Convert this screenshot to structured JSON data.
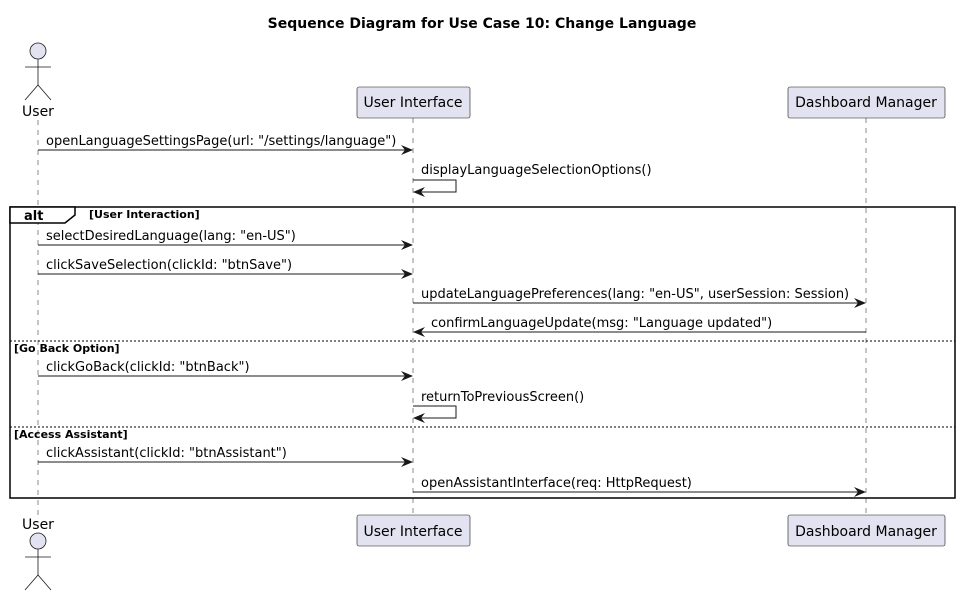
{
  "title": "Sequence Diagram for Use Case 10: Change Language",
  "participants": {
    "user": "User",
    "ui": "User Interface",
    "dashboard": "Dashboard Manager"
  },
  "messages": {
    "m1": "openLanguageSettingsPage(url: \"/settings/language\")",
    "m2": "displayLanguageSelectionOptions()",
    "m3": "selectDesiredLanguage(lang: \"en-US\")",
    "m4": "clickSaveSelection(clickId: \"btnSave\")",
    "m5": "updateLanguagePreferences(lang: \"en-US\", userSession: Session)",
    "m6": "confirmLanguageUpdate(msg: \"Language updated\")",
    "m7": "clickGoBack(clickId: \"btnBack\")",
    "m8": "returnToPreviousScreen()",
    "m9": "clickAssistant(clickId: \"btnAssistant\")",
    "m10": "openAssistantInterface(req: HttpRequest)"
  },
  "alt_frame": {
    "keyword": "alt",
    "guard_1": "[User Interaction]",
    "guard_2": "[Go Back Option]",
    "guard_3": "[Access Assistant]"
  }
}
